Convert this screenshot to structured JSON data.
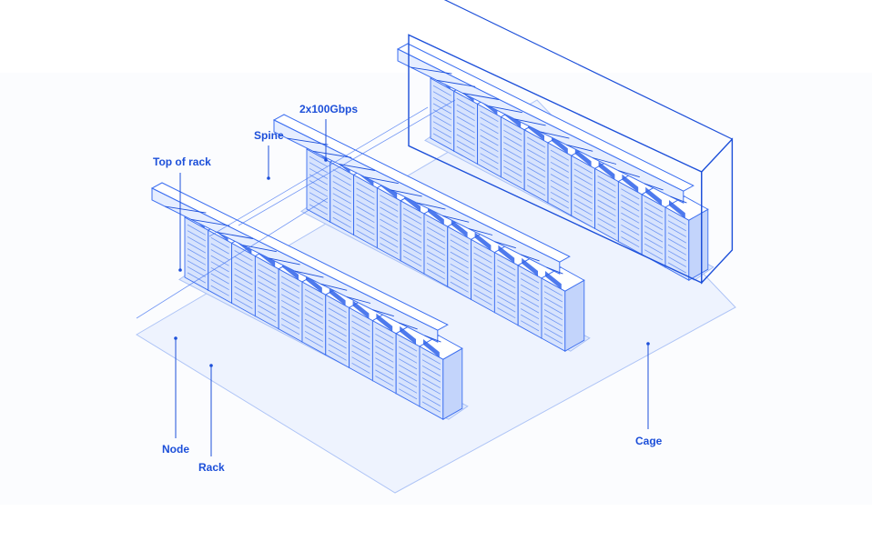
{
  "labels": {
    "top_of_rack": "Top of rack",
    "spine": "Spine",
    "link": "2x100Gbps",
    "node": "Node",
    "rack": "Rack",
    "cage": "Cage"
  },
  "structure": {
    "rows_of_racks": 3,
    "racks_per_row": 11,
    "spine_bars": 3,
    "caged_rows": 1
  },
  "colors": {
    "ink": "#1c4fd9",
    "line": "#3b6ef0",
    "rack_front": "#d7e3fd",
    "rack_side": "#c3d4fb",
    "rack_top": "#ffffff",
    "floor": "#eef3fe",
    "background": "#ffffff"
  }
}
